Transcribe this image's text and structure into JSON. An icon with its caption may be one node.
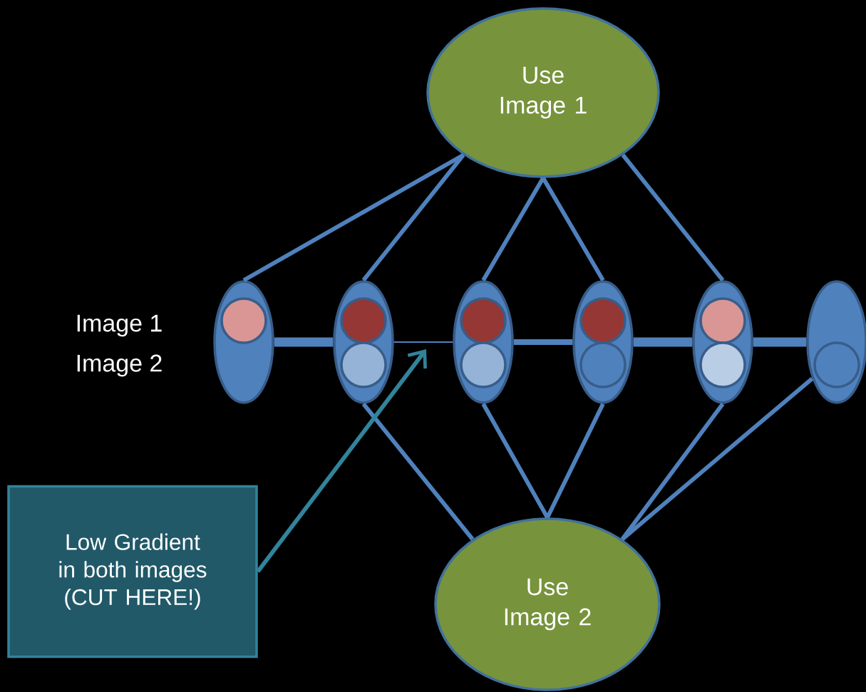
{
  "diagram": {
    "nodes": [
      {
        "text": [
          "Use Image 1"
        ]
      },
      {
        "text": [],
        "shape": "ellipse"
      },
      {
        "text": [],
        "shape": "circle",
        "in": 1
      },
      {
        "text": [],
        "shape": "ellipse"
      },
      {
        "text": [],
        "shape": "circle",
        "in": 3
      },
      {
        "text": [],
        "shape": "circle",
        "in": 3
      },
      {
        "text": [],
        "shape": "ellipse"
      },
      {
        "text": [],
        "shape": "circle",
        "in": 6
      },
      {
        "text": [],
        "shape": "circle",
        "in": 6
      },
      {
        "text": [],
        "shape": "ellipse"
      },
      {
        "text": [],
        "shape": "circle",
        "in": 9
      },
      {
        "text": [],
        "shape": "circle",
        "in": 9
      },
      {
        "text": [],
        "shape": "ellipse"
      },
      {
        "text": [],
        "shape": "circle",
        "in": 12
      },
      {
        "text": [],
        "shape": "circle",
        "in": 12
      },
      {
        "text": [],
        "shape": "ellipse"
      },
      {
        "text": [],
        "shape": "circle",
        "in": 15
      },
      {
        "text": [
          "Low Gradient in both images (CUT HERE!)"
        ]
      },
      {
        "text": [
          "Use Image 2"
        ]
      }
    ],
    "edges": [
      {
        "from": 0,
        "to": 1,
        "arrow": "none"
      },
      {
        "from": 0,
        "to": 3,
        "arrow": "none"
      },
      {
        "from": 0,
        "to": 6,
        "arrow": "none"
      },
      {
        "from": 0,
        "to": 9,
        "arrow": "none"
      },
      {
        "from": 0,
        "to": 12,
        "arrow": "none"
      },
      {
        "from": 18,
        "to": 3,
        "arrow": "none"
      },
      {
        "from": 18,
        "to": 6,
        "arrow": "none"
      },
      {
        "from": 18,
        "to": 9,
        "arrow": "none"
      },
      {
        "from": 18,
        "to": 12,
        "arrow": "none"
      },
      {
        "from": 18,
        "to": 15,
        "arrow": "none"
      },
      {
        "from": 1,
        "to": 3,
        "arrow": "none",
        "style": "thick"
      },
      {
        "from": 3,
        "to": 6,
        "arrow": "none"
      },
      {
        "from": 6,
        "to": 9,
        "arrow": "none"
      },
      {
        "from": 9,
        "to": 12,
        "arrow": "none",
        "style": "thick"
      },
      {
        "from": 12,
        "to": 15,
        "arrow": "none",
        "style": "thick"
      },
      {
        "from": 17,
        "to": null,
        "arrow": "to",
        "color": "#31849b"
      }
    ],
    "labels": [
      "Image 1",
      "Image 2"
    ]
  }
}
